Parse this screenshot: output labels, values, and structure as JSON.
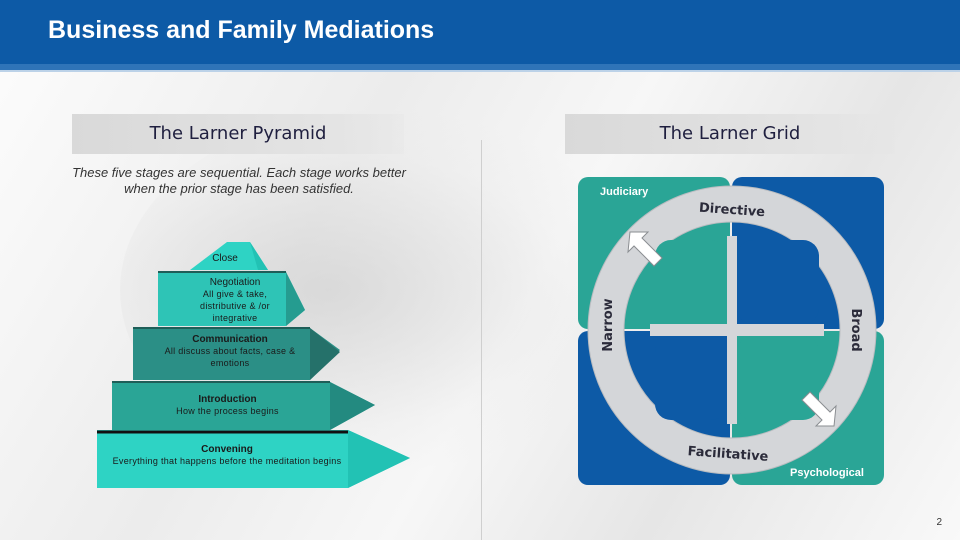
{
  "header": {
    "title": "Business and Family Mediations"
  },
  "left": {
    "heading": "The Larner Pyramid",
    "intro": "These five stages are sequential. Each stage works better when the prior stage has been satisfied.",
    "levels": [
      {
        "title": "Close",
        "desc": ""
      },
      {
        "title": "Negotiation",
        "desc": "All give & take, distributive & /or integrative"
      },
      {
        "title": "Communication",
        "desc": "All discuss about facts, case & emotions"
      },
      {
        "title": "Introduction",
        "desc": "How the process begins"
      },
      {
        "title": "Convening",
        "desc": "Everything that happens before the meditation begins"
      }
    ],
    "colors": {
      "teal_light": "#2ed3c4",
      "teal_mid": "#2aa596",
      "teal_dark": "#2b7a72"
    }
  },
  "right": {
    "heading": "The Larner Grid",
    "labels": {
      "judiciary": "Judiciary",
      "directive": "Directive",
      "narrow": "Narrow",
      "broad": "Broad",
      "facilitative": "Facilitative",
      "psychological": "Psychological"
    },
    "colors": {
      "blue": "#0d5aa6",
      "teal": "#2aa596",
      "ring": "#d4d6d9"
    }
  },
  "footer": {
    "page_number": "2"
  }
}
